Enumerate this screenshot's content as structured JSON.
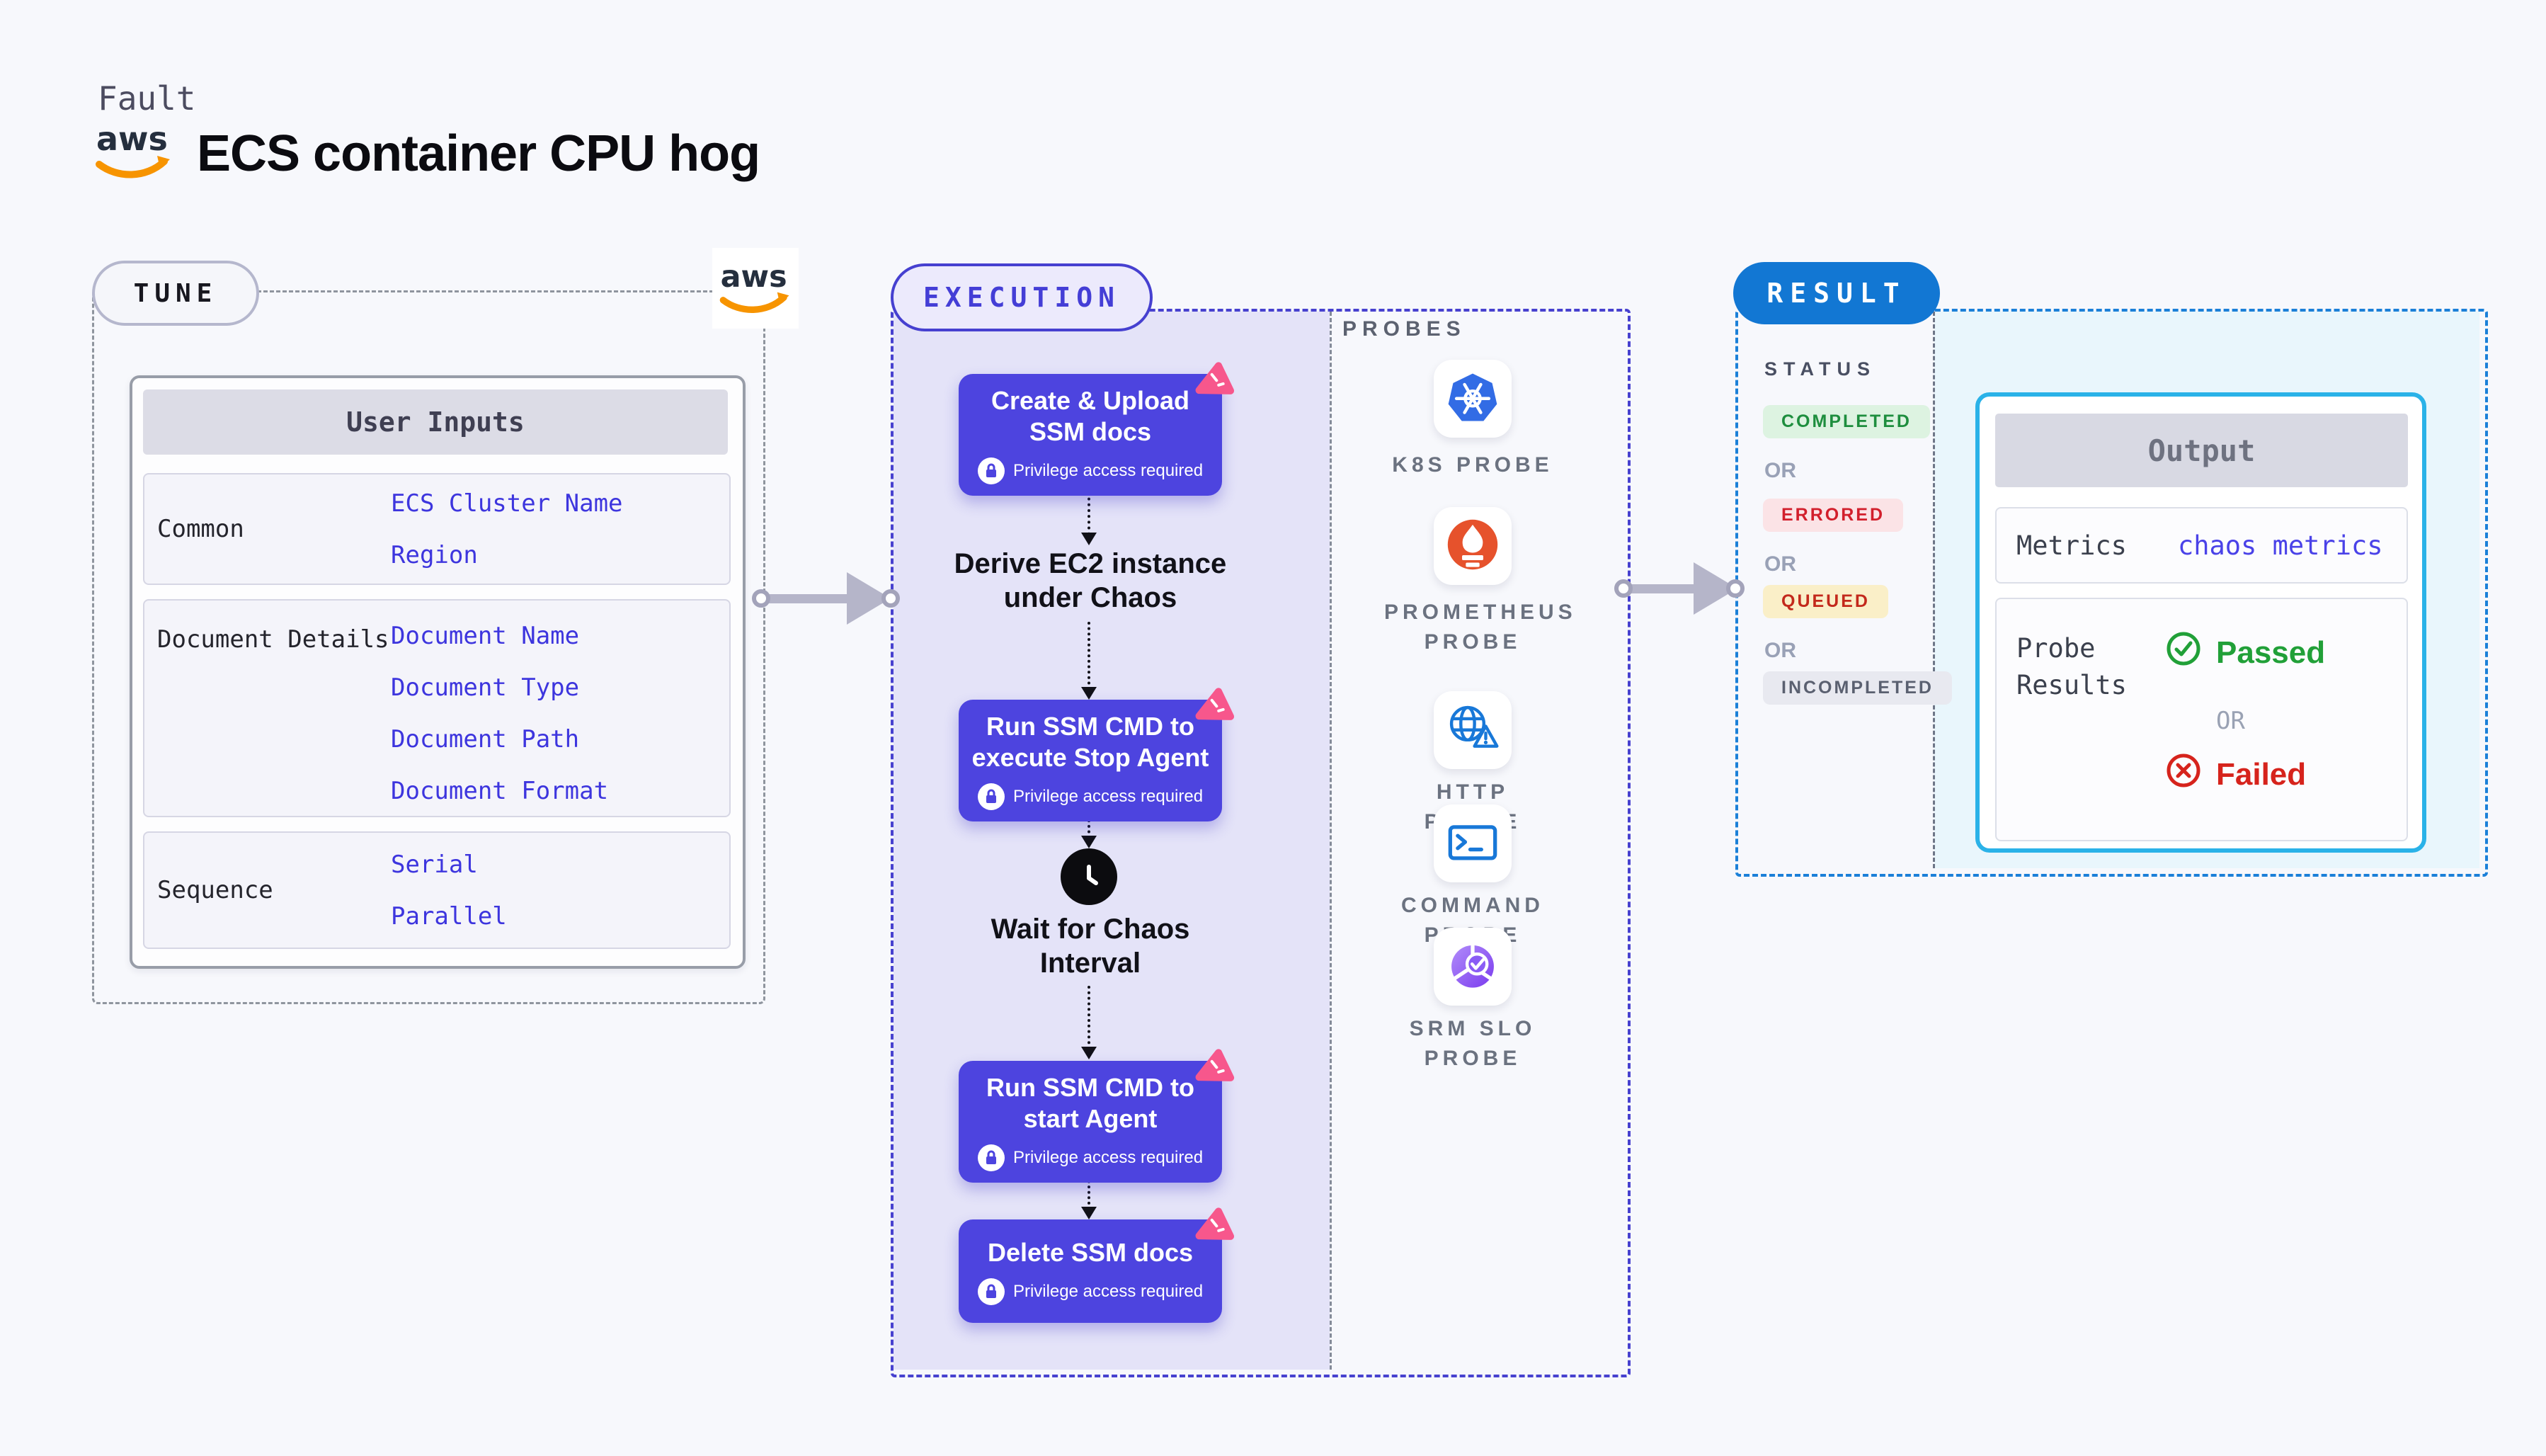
{
  "page": {
    "fault_label": "Fault",
    "title": "ECS container CPU hog",
    "brand": "aws"
  },
  "colors": {
    "accent_indigo": "#4d44df",
    "lavender_panel": "#e4e3f8",
    "result_blue": "#1277d3",
    "output_border": "#2ab2e8",
    "aws_orange": "#f79400",
    "chaos_pink": "#f7578c",
    "passed_green": "#21a038",
    "failed_red": "#d6231c",
    "completed_green": "#1e8e3e",
    "errored_red": "#d21f2c",
    "queued_red": "#c3291c",
    "incompleted_gray": "#5a6070"
  },
  "tune": {
    "pill": "TUNE",
    "user_inputs": {
      "header": "User Inputs",
      "rows": [
        {
          "label": "Common",
          "values": [
            "ECS Cluster Name",
            "Region"
          ]
        },
        {
          "label": "Document Details",
          "values": [
            "Document Name",
            "Document Type",
            "Document Path",
            "Document Format"
          ]
        },
        {
          "label": "Sequence",
          "values": [
            "Serial",
            "Parallel"
          ]
        }
      ]
    }
  },
  "execution": {
    "pill": "EXECUTION",
    "probes_label": "PROBES",
    "steps": [
      {
        "type": "action",
        "title": "Create & Upload SSM docs",
        "badge": "Privilege access required"
      },
      {
        "type": "derive",
        "title": "Derive EC2 instance under Chaos"
      },
      {
        "type": "action",
        "title": "Run SSM CMD to execute Stop Agent",
        "badge": "Privilege access required"
      },
      {
        "type": "wait",
        "title": "Wait for Chaos Interval",
        "icon": "clock-icon"
      },
      {
        "type": "action",
        "title": "Run SSM CMD to start Agent",
        "badge": "Privilege access required"
      },
      {
        "type": "action",
        "title": "Delete SSM docs",
        "badge": "Privilege access required"
      }
    ],
    "probes": [
      {
        "label": "K8S PROBE",
        "icon": "kubernetes-icon"
      },
      {
        "label": "PROMETHEUS PROBE",
        "icon": "prometheus-icon"
      },
      {
        "label": "HTTP PROBE",
        "icon": "http-globe-icon"
      },
      {
        "label": "COMMAND PROBE",
        "icon": "terminal-icon"
      },
      {
        "label": "SRM SLO PROBE",
        "icon": "srm-slo-icon"
      }
    ]
  },
  "result": {
    "pill": "RESULT",
    "status_label": "STATUS",
    "or_label": "OR",
    "statuses": [
      {
        "label": "COMPLETED",
        "state": "completed"
      },
      {
        "label": "ERRORED",
        "state": "errored"
      },
      {
        "label": "QUEUED",
        "state": "queued"
      },
      {
        "label": "INCOMPLETED",
        "state": "incompleted"
      }
    ],
    "output": {
      "header": "Output",
      "metrics_label": "Metrics",
      "metrics_value": "chaos metrics",
      "probe_results_label": "Probe Results",
      "passed_label": "Passed",
      "failed_label": "Failed"
    }
  }
}
